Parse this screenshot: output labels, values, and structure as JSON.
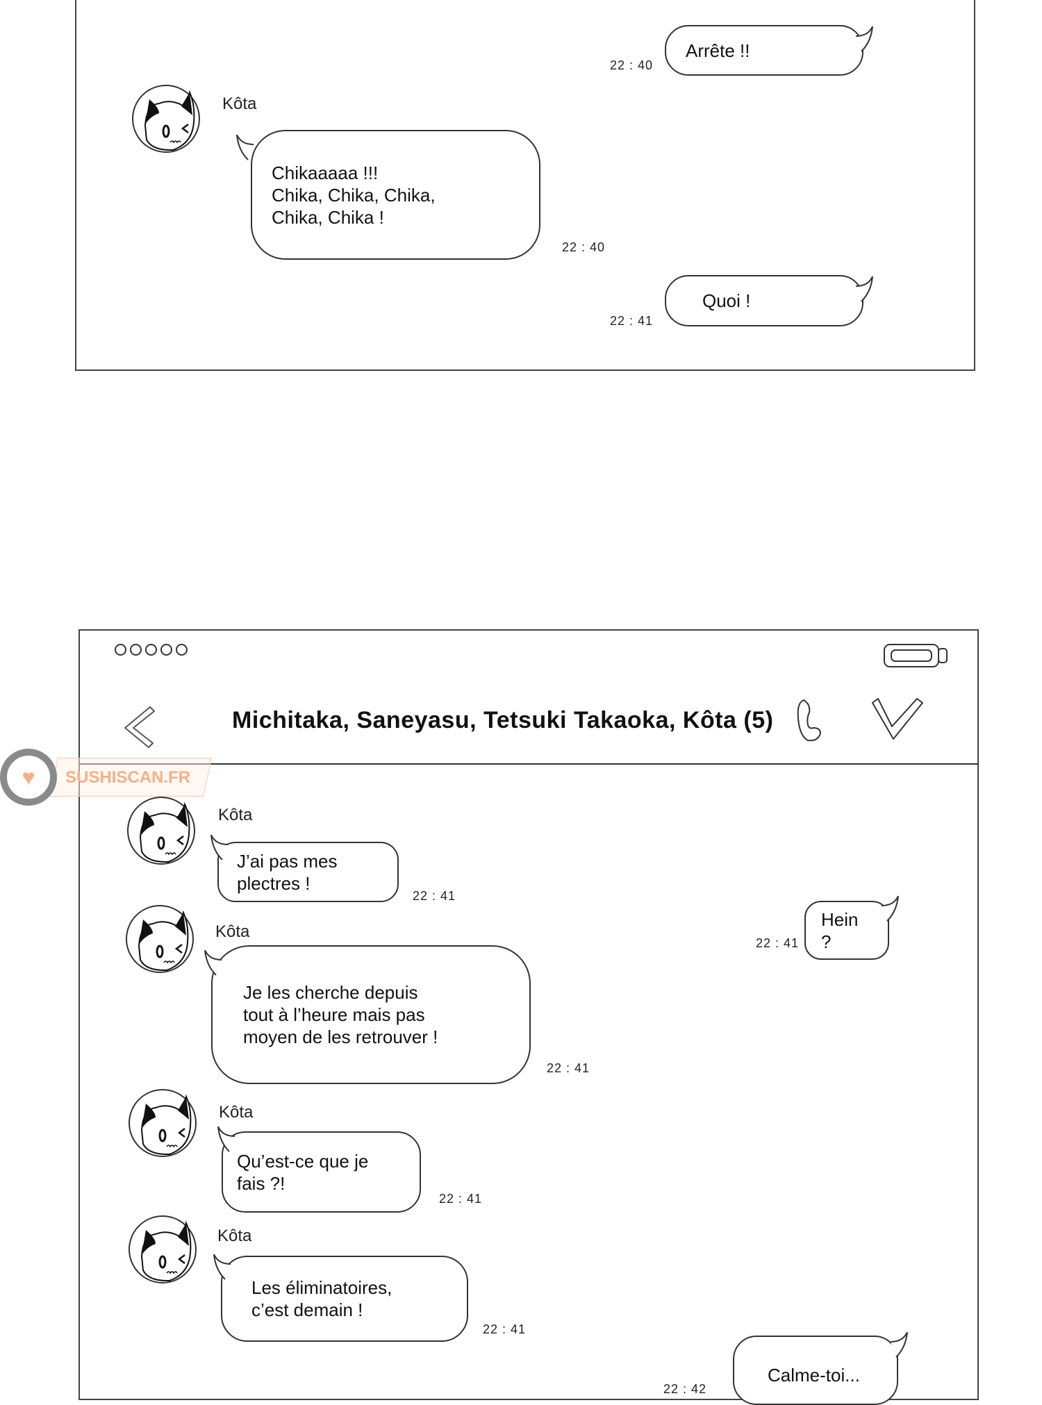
{
  "panel_top": {
    "messages": [
      {
        "side": "right",
        "text": "Arrête !!",
        "time": "22 : 40"
      },
      {
        "side": "left",
        "sender": "Kôta",
        "text": "Chikaaaaa !!!\nChika, Chika, Chika,\nChika, Chika !",
        "time": "22 : 40"
      },
      {
        "side": "right",
        "text": "Quoi !",
        "time": "22 : 41"
      }
    ]
  },
  "panel_bottom": {
    "status_bar": {
      "signal_icon": "signal-dots-icon",
      "battery_icon": "battery-icon"
    },
    "header": {
      "title": "Michitaka, Saneyasu, Tetsuki Takaoka, Kôta (5)",
      "back_icon": "chevron-left-icon",
      "call_icon": "phone-icon",
      "menu_icon": "chevron-down-icon"
    },
    "messages": [
      {
        "side": "left",
        "sender": "Kôta",
        "text": "J’ai pas mes\nplectres !",
        "time": "22 : 41"
      },
      {
        "side": "right",
        "text": "Hein ?",
        "time": "22 : 41"
      },
      {
        "side": "left",
        "sender": "Kôta",
        "text": "Je les cherche depuis\ntout à l’heure mais pas\nmoyen de les retrouver !",
        "time": "22 : 41"
      },
      {
        "side": "left",
        "sender": "Kôta",
        "text": "Qu’est-ce que je\nfais ?!",
        "time": "22 : 41"
      },
      {
        "side": "left",
        "sender": "Kôta",
        "text": "Les éliminatoires,\nc’est demain !",
        "time": "22 : 41"
      },
      {
        "side": "right",
        "text": "Calme-toi...",
        "time": "22 : 42"
      }
    ]
  },
  "watermark": {
    "text": "SUSHISCAN.FR",
    "color": "#f5b08a"
  }
}
